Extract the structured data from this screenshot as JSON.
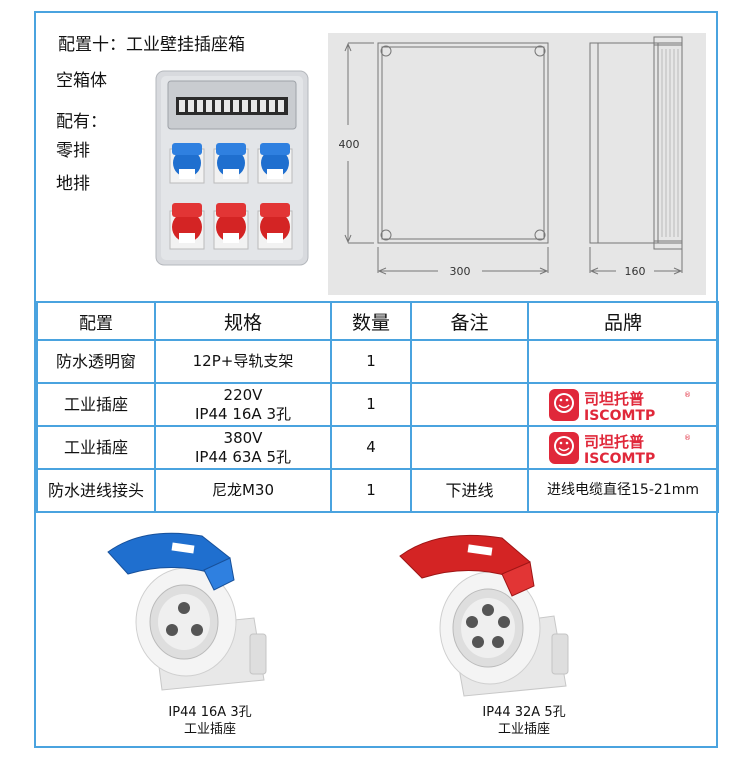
{
  "header": {
    "title": "配置十：工业壁挂插座箱",
    "line1": "空箱体",
    "line2": "配有：",
    "line3": "零排",
    "line4": "地排"
  },
  "drawing": {
    "height_label": "400",
    "width_label": "300",
    "depth_label": "160"
  },
  "table": {
    "headers": [
      "配置",
      "规格",
      "数量",
      "备注",
      "品牌"
    ],
    "rows": [
      {
        "config": "防水透明窗",
        "spec1": "12P+导轨支架",
        "spec2": "",
        "qty": "1",
        "note": "",
        "brand": ""
      },
      {
        "config": "工业插座",
        "spec1": "220V",
        "spec2": "IP44 16A 3孔",
        "qty": "1",
        "note": "",
        "brand": "logo"
      },
      {
        "config": "工业插座",
        "spec1": "380V",
        "spec2": "IP44 63A 5孔",
        "qty": "4",
        "note": "",
        "brand": "logo"
      },
      {
        "config": "防水进线接头",
        "spec1": "尼龙M30",
        "spec2": "",
        "qty": "1",
        "note": "下进线",
        "brand": "进线电缆直径15-21mm"
      }
    ]
  },
  "brand_logo": {
    "cn": "司坦托普",
    "en": "ISCOMTP",
    "registered": "®",
    "color": "#e0283a"
  },
  "products": [
    {
      "model": "IP44 16A 3孔",
      "name": "工业插座",
      "color": "#1f6fcf"
    },
    {
      "model": "IP44 32A 5孔",
      "name": "工业插座",
      "color": "#d42424"
    }
  ]
}
